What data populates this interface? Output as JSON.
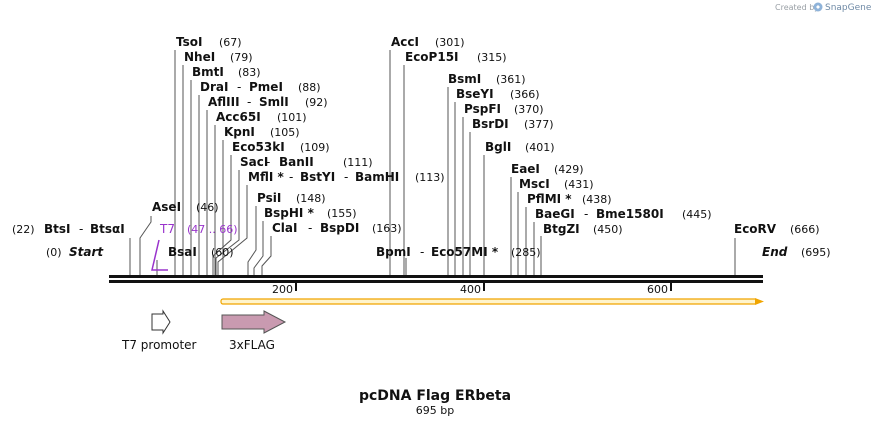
{
  "branding": {
    "created_by": "Created by",
    "brand": "SnapGene"
  },
  "map": {
    "title": "pcDNA Flag ERbeta",
    "subtitle": "695 bp",
    "start_label": "Start",
    "end_label": "End",
    "start_pos": "(0)",
    "end_pos": "(695)",
    "ticks": [
      "200",
      "400",
      "600"
    ]
  },
  "enzymes": [
    {
      "name": "TsoI",
      "pos": "(67)"
    },
    {
      "name": "NheI",
      "pos": "(79)"
    },
    {
      "name": "BmtI",
      "pos": "(83)"
    },
    {
      "name": "DraI",
      "name2": "PmeI",
      "pos": "(88)"
    },
    {
      "name": "AflIII",
      "name2": "SmlI",
      "pos": "(92)"
    },
    {
      "name": "Acc65I",
      "pos": "(101)"
    },
    {
      "name": "KpnI",
      "pos": "(105)"
    },
    {
      "name": "Eco53kI",
      "pos": "(109)"
    },
    {
      "name": "SacI",
      "name2": "BanII",
      "pos": "(111)"
    },
    {
      "name": "MflI *",
      "name2": "BstYI",
      "name3": "BamHI",
      "pos": "(113)"
    },
    {
      "name": "AseI",
      "pos": "(46)"
    },
    {
      "name": "BsaI",
      "pos": "(60)"
    },
    {
      "name": "PsiI",
      "pos": "(148)"
    },
    {
      "name": "BspHI *",
      "pos": "(155)"
    },
    {
      "name": "ClaI",
      "name2": "BspDI",
      "pos": "(163)"
    },
    {
      "name": "BtsI",
      "name2": "BtsαI",
      "pos": "(22)"
    },
    {
      "name": "AccI",
      "pos": "(301)"
    },
    {
      "name": "EcoP15I",
      "pos": "(315)"
    },
    {
      "name": "BpmI",
      "name2": "Eco57MI *",
      "pos": "(285)"
    },
    {
      "name": "BsmI",
      "pos": "(361)"
    },
    {
      "name": "BseYI",
      "pos": "(366)"
    },
    {
      "name": "PspFI",
      "pos": "(370)"
    },
    {
      "name": "BsrDI",
      "pos": "(377)"
    },
    {
      "name": "BglI",
      "pos": "(401)"
    },
    {
      "name": "EaeI",
      "pos": "(429)"
    },
    {
      "name": "MscI",
      "pos": "(431)"
    },
    {
      "name": "PflMI *",
      "pos": "(438)"
    },
    {
      "name": "BaeGI",
      "name2": "Bme1580I",
      "pos": "(445)"
    },
    {
      "name": "BtgZI",
      "pos": "(450)"
    },
    {
      "name": "EcoRV",
      "pos": "(666)"
    }
  ],
  "features": [
    {
      "name": "T7 promoter",
      "kind": "promoter",
      "direction": "forward",
      "color": "#ffffff"
    },
    {
      "name": "3xFLAG",
      "kind": "CDS",
      "direction": "forward",
      "color": "#c99ab0"
    }
  ],
  "primer": {
    "name": "T7",
    "range": "(47 .. 66)",
    "color": "#9933cc"
  },
  "orf": {
    "color": "#f0a500"
  }
}
